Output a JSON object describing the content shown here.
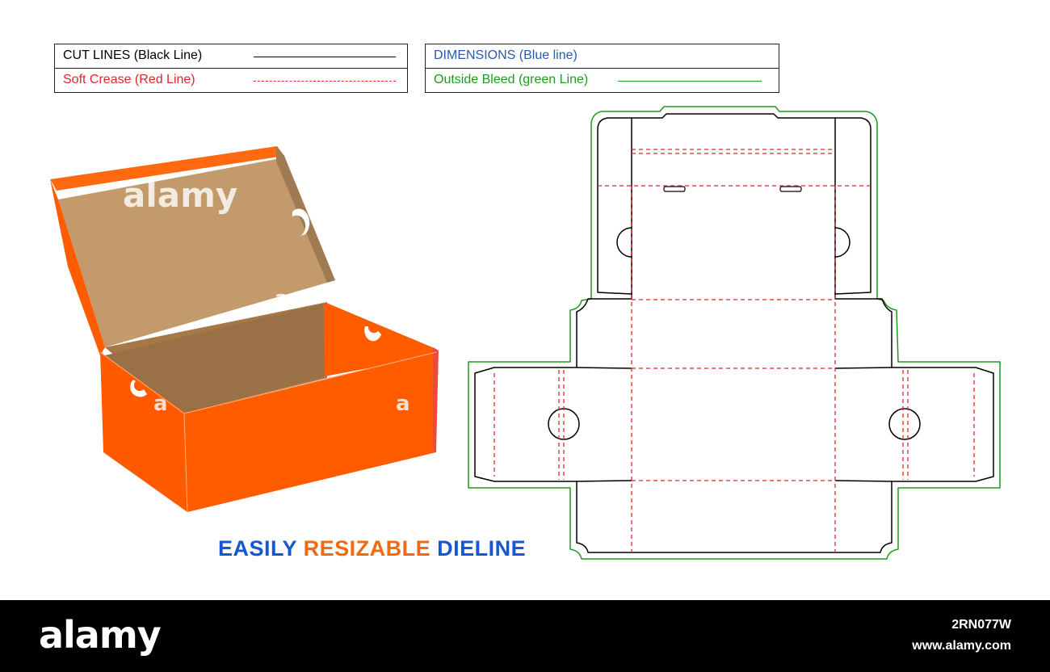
{
  "legend": {
    "cut_lines": "CUT LINES (Black Line)",
    "soft_crease": "Soft Crease (Red Line)",
    "dimensions": "DIMENSIONS (Blue line)",
    "outside_bleed": "Outside Bleed (green Line)"
  },
  "colors": {
    "cut": "#000000",
    "crease": "#e0262b",
    "dimension": "#2a5aa8",
    "bleed": "#1f9a1f",
    "box_orange": "#ff5c00",
    "box_inner": "#c29a6b",
    "tagline_blue": "#1557d6",
    "tagline_orange": "#f26a0f"
  },
  "tagline": {
    "word1": "EASILY",
    "word2": "RESIZABLE",
    "word3": "DIELINE"
  },
  "watermark": {
    "text": "alamy",
    "letter": "a"
  },
  "footer": {
    "logo": "alamy",
    "image_id": "2RN077W",
    "url": "www.alamy.com"
  }
}
